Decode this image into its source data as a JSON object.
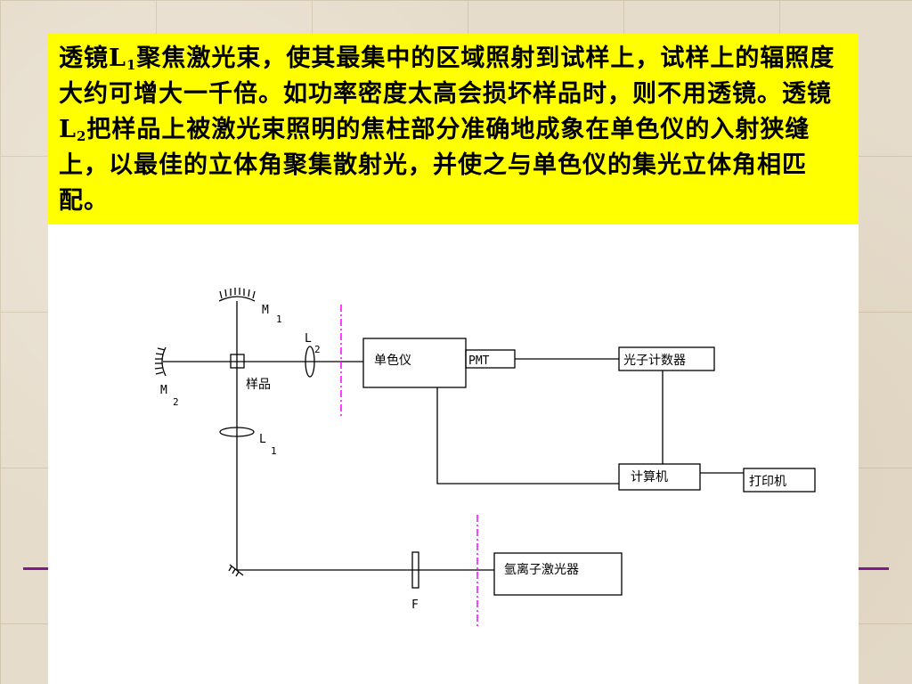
{
  "caption": {
    "seg1": "透镜L",
    "sub1": "1",
    "seg2": "聚焦激光束，使其最集中的区域照射到试样上，试样上的辐照度大约可增大一千倍。如功率密度太高会损坏样品时，则不用透镜。透镜L",
    "sub2": "2",
    "seg3": "把样品上被激光束照明的焦柱部分准确地成象在单色仪的入射狭缝上，以最佳的立体角聚集散射光，并使之与单色仪的集光立体角相匹配。"
  },
  "diagram": {
    "m1_letter": "M",
    "m1_sub": "1",
    "m2_letter": "M",
    "m2_sub": "2",
    "l2_letter": "L",
    "l2_sub": "2",
    "l1_letter": "L",
    "l1_sub": "1",
    "sample_label": "样品",
    "monochromator_label": "单色仪",
    "pmt_label": "PMT",
    "photon_counter_label": "光子计数器",
    "computer_label": "计算机",
    "printer_label": "打印机",
    "laser_label": "氩离子激光器",
    "filter_label": "F"
  },
  "colors": {
    "caption_bg": "#ffff00",
    "accent": "#7b1b8f",
    "dash_line": "#ff00ff"
  }
}
